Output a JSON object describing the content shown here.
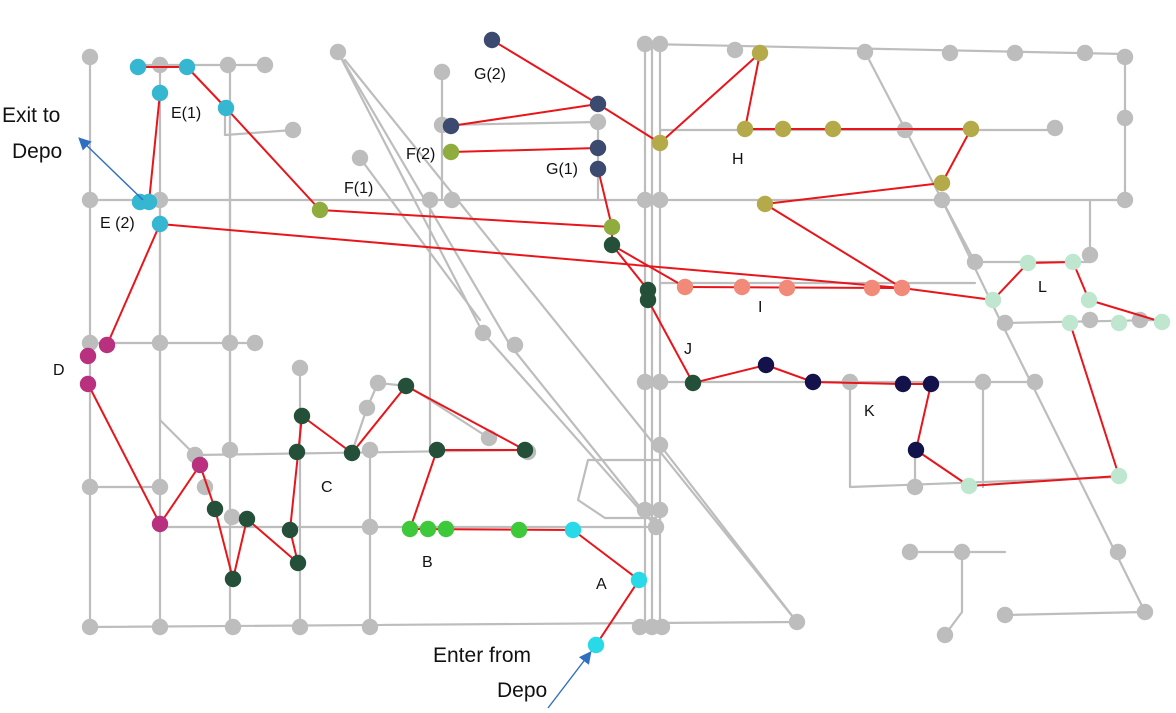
{
  "labels": {
    "exit": [
      "Exit to",
      "Depo"
    ],
    "enter": [
      "Enter from",
      "Depo"
    ],
    "zones": [
      "A",
      "B",
      "C",
      "D",
      "E(1)",
      "E (2)",
      "F(1)",
      "F(2)",
      "G(1)",
      "G(2)",
      "H",
      "I",
      "J",
      "K",
      "L"
    ]
  },
  "colors": {
    "road": "#bdbdbd",
    "route": "#e8151b",
    "arrow": "#2f6fbf",
    "grey_node": "#bdbdbd",
    "A": "#28d9e8",
    "B": "#3ec93a",
    "C": "#24503a",
    "D": "#b8307e",
    "E": "#35b6d1",
    "F": "#8fac3e",
    "G": "#3b4a6e",
    "H": "#b5aa49",
    "I": "#f28a7a",
    "J": "#24503a",
    "K": "#13124a",
    "L": "#bfe7d0"
  }
}
